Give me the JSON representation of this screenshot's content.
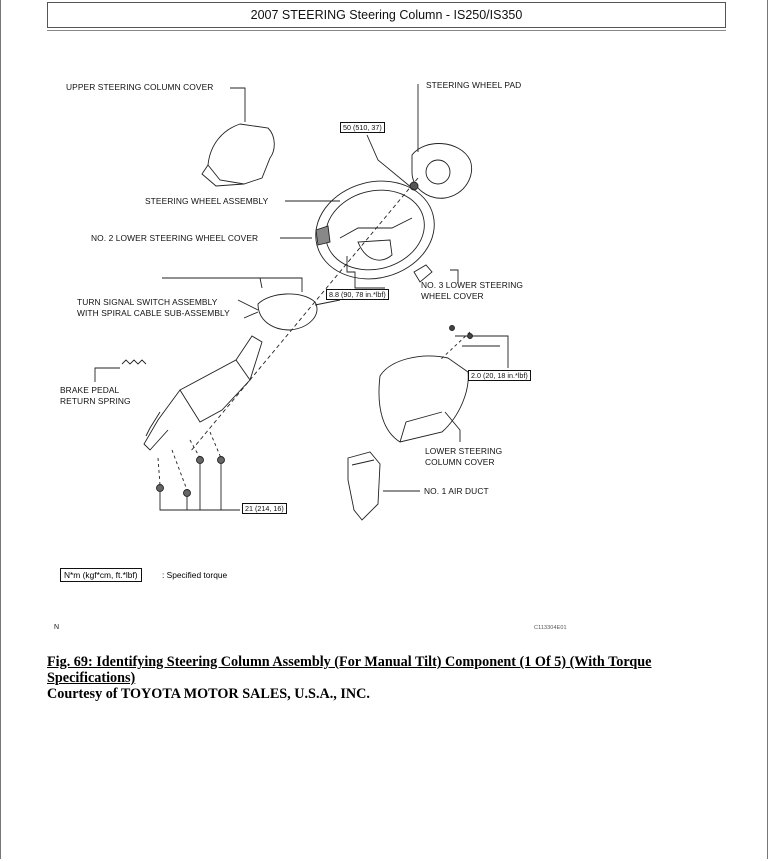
{
  "header": {
    "title": "2007 STEERING Steering Column - IS250/IS350"
  },
  "figure": {
    "labels": {
      "upper_cover": "UPPER STEERING COLUMN COVER",
      "wheel_pad": "STEERING WHEEL PAD",
      "wheel_assembly": "STEERING WHEEL ASSEMBLY",
      "no2_lower_cover": "NO. 2 LOWER STEERING WHEEL COVER",
      "no3_lower_cover_1": "NO. 3 LOWER STEERING",
      "no3_lower_cover_2": "WHEEL COVER",
      "turn_signal_1": "TURN SIGNAL SWITCH ASSEMBLY",
      "turn_signal_2": "WITH SPIRAL CABLE SUB-ASSEMBLY",
      "brake_spring_1": "BRAKE PEDAL",
      "brake_spring_2": "RETURN SPRING",
      "lower_column_cover_1": "LOWER STEERING",
      "lower_column_cover_2": "COLUMN COVER",
      "air_duct": "NO. 1 AIR DUCT"
    },
    "torques": {
      "pad_nut": "50 (510, 37)",
      "wheel_screw": "8.8 (90, 78 in.*lbf)",
      "cover_screw": "2.0 (20, 18 in.*lbf)",
      "column_bolts": "21 (214, 16)"
    },
    "legend": {
      "units": "N*m (kgf*cm, ft.*lbf)",
      "text": ": Specified torque"
    },
    "corner_mark": "N",
    "code": "C113304E01"
  },
  "caption": {
    "title": "Fig. 69: Identifying Steering Column Assembly (For Manual Tilt) Component (1 Of 5) (With Torque Specifications)",
    "credit": "Courtesy of TOYOTA MOTOR SALES, U.S.A., INC."
  }
}
